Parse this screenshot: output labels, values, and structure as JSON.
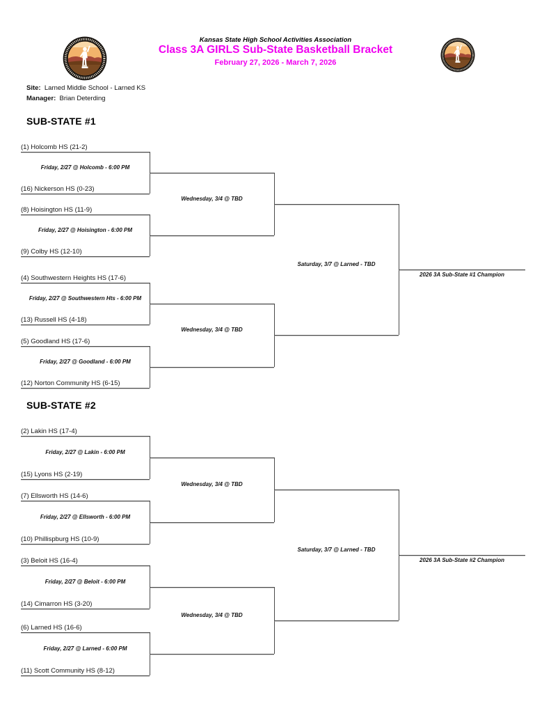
{
  "header": {
    "association": "Kansas State High School Activities Association",
    "title": "Class 3A GIRLS Sub-State Basketball Bracket",
    "date_range": "February 27, 2026 - March 7, 2026",
    "site_label": "Site:",
    "site_value": "Larned Middle School - Larned KS",
    "manager_label": "Manager:",
    "manager_value": "Brian Deterding",
    "title_color": "#f000f0",
    "logo_name": "kshsaa-seal"
  },
  "brackets": [
    {
      "heading": "SUB-STATE #1",
      "games": [
        {
          "top": "(1) Holcomb HS (21-2)",
          "label": "Friday, 2/27 @ Holcomb - 6:00 PM",
          "bottom": "(16) Nickerson HS (0-23)"
        },
        {
          "top": "(8) Hoisington HS (11-9)",
          "label": "Friday, 2/27 @ Hoisington - 6:00 PM",
          "bottom": "(9) Colby HS (12-10)"
        },
        {
          "top": "(4) Southwestern Heights HS (17-6)",
          "label": "Friday, 2/27 @ Southwestern Hts - 6:00 PM",
          "bottom": "(13) Russell HS (4-18)"
        },
        {
          "top": "(5) Goodland HS (17-6)",
          "label": "Friday, 2/27 @ Goodland - 6:00 PM",
          "bottom": "(12) Norton Community HS (6-15)"
        }
      ],
      "semifinal_labels": [
        "Wednesday, 3/4 @ TBD",
        "Wednesday, 3/4 @ TBD"
      ],
      "final_label": "Saturday, 3/7 @ Larned - TBD",
      "champion_label": "2026 3A Sub-State #1 Champion"
    },
    {
      "heading": "SUB-STATE #2",
      "games": [
        {
          "top": "(2) Lakin HS (17-4)",
          "label": "Friday, 2/27 @ Lakin - 6:00 PM",
          "bottom": "(15) Lyons HS (2-19)"
        },
        {
          "top": "(7) Ellsworth HS (14-6)",
          "label": "Friday, 2/27 @ Ellsworth - 6:00 PM",
          "bottom": "(10) Phillispburg HS (10-9)"
        },
        {
          "top": "(3) Beloit HS (16-4)",
          "label": "Friday, 2/27 @ Beloit - 6:00 PM",
          "bottom": "(14) Cimarron HS (3-20)"
        },
        {
          "top": "(6) Larned HS (16-6)",
          "label": "Friday, 2/27 @ Larned - 6:00 PM",
          "bottom": "(11) Scott Community HS (8-12)"
        }
      ],
      "semifinal_labels": [
        "Wednesday, 3/4 @ TBD",
        "Wednesday, 3/4 @ TBD"
      ],
      "final_label": "Saturday, 3/7 @ Larned - TBD",
      "champion_label": "2026 3A Sub-State #2 Champion"
    }
  ]
}
